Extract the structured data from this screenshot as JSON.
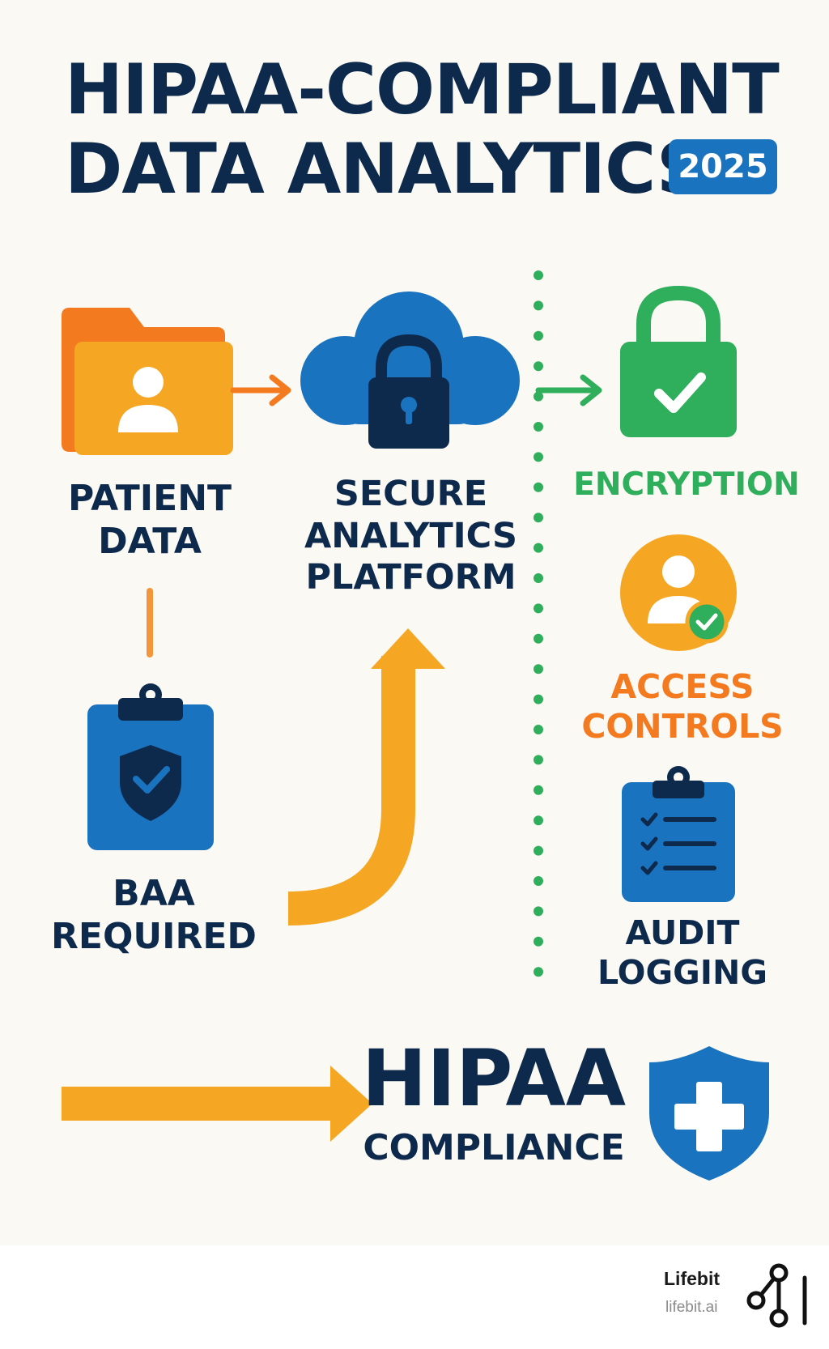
{
  "title": {
    "line1": "HIPAA-COMPLIANT",
    "line2": "DATA ANALYTICS",
    "year": "2025"
  },
  "nodes": {
    "patient_data": "PATIENT\nDATA",
    "secure_platform": "SECURE\nANALYTICS\nPLATFORM",
    "baa": "BAA\nREQUIRED",
    "encryption": "ENCRYPTION",
    "access_controls": "ACCESS\nCONTROLS",
    "audit_logging": "AUDIT\nLOGGING"
  },
  "outcome": {
    "title": "HIPAA",
    "subtitle": "COMPLIANCE"
  },
  "footer": {
    "brand": "Lifebit",
    "url": "lifebit.ai"
  },
  "colors": {
    "navy": "#0d2a4d",
    "blue": "#1a73be",
    "orange": "#f47a1f",
    "amber": "#f5a623",
    "green": "#2fae5b",
    "background": "#fbf9f4"
  },
  "icons": [
    "folder-user-icon",
    "cloud-lock-icon",
    "lock-check-icon",
    "user-check-icon",
    "checklist-clipboard-icon",
    "clipboard-shield-icon",
    "shield-plus-icon",
    "lifebit-logo-icon"
  ]
}
